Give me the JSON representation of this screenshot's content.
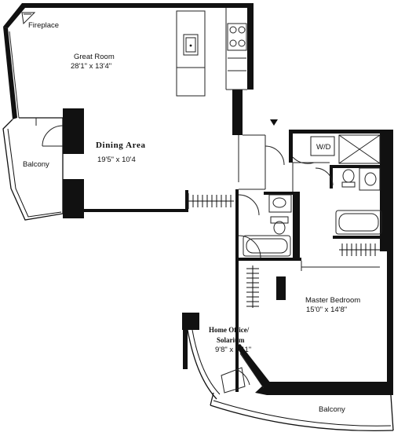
{
  "rooms": {
    "fireplace": {
      "label": "Fireplace"
    },
    "great_room": {
      "name": "Great Room",
      "dims": "28'1\" x 13'4\""
    },
    "dining_area": {
      "name": "Dining Area",
      "dims": "19'5\" x 10'4"
    },
    "balcony_west": {
      "label": "Balcony"
    },
    "washer_dryer": {
      "label": "W/D"
    },
    "master_bedroom": {
      "name": "Master Bedroom",
      "dims": "15'0\" x 14'8\""
    },
    "home_office": {
      "name_line1": "Home Office/",
      "name_line2": "Solarium",
      "dims": "9'8\" x 7'11\""
    },
    "balcony_south": {
      "label": "Balcony"
    }
  },
  "symbols": {
    "entry_marker": "entry-arrow-icon",
    "colors": {
      "wall": "#111111",
      "background": "#ffffff"
    }
  }
}
